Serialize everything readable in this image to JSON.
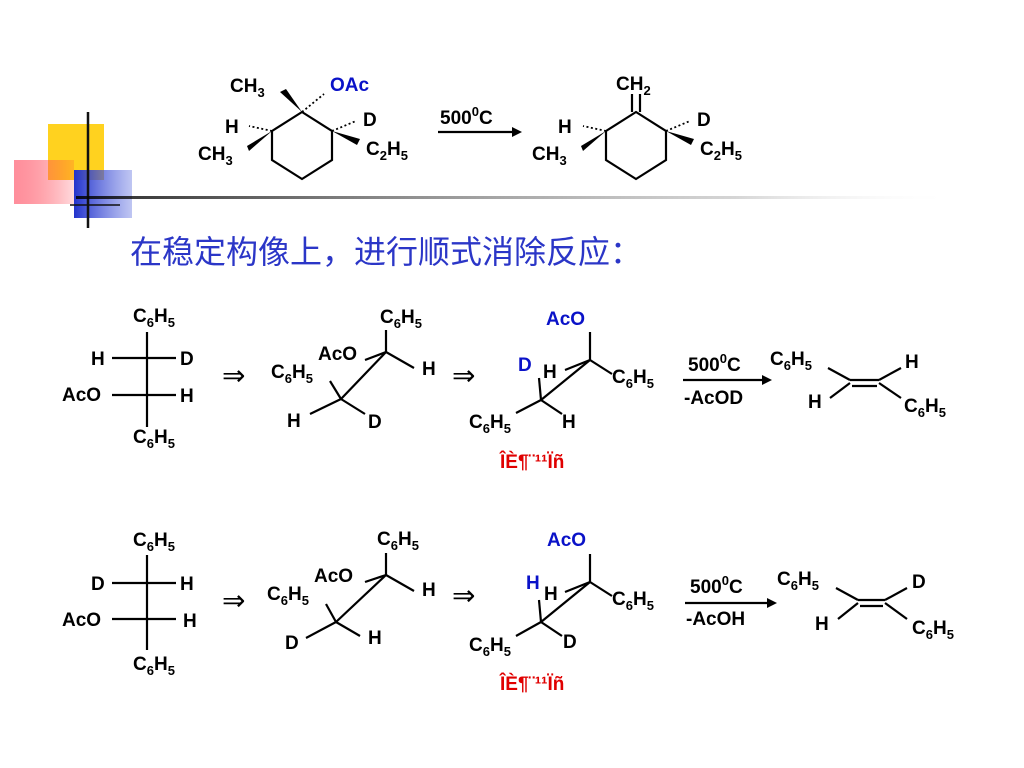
{
  "heading": "在稳定构像上，进行顺式消除反应：",
  "top_reaction": {
    "reactant": {
      "ch3_top": "CH",
      "ch3_top_sub": "3",
      "oac": "OAc",
      "h_left": "H",
      "ch3_left": "CH",
      "ch3_left_sub": "3",
      "d_right": "D",
      "c2h5_c": "C",
      "c2h5_sub1": "2",
      "c2h5_h": "H",
      "c2h5_sub2": "5"
    },
    "conditions": {
      "value": "500",
      "sup": "0",
      "unit": "C"
    },
    "product": {
      "ch2": "CH",
      "ch2_sub": "2",
      "h_left": "H",
      "ch3_left": "CH",
      "ch3_left_sub": "3",
      "d_right": "D",
      "c2h5_c": "C",
      "c2h5_sub1": "2",
      "c2h5_h": "H",
      "c2h5_sub2": "5"
    }
  },
  "row1": {
    "fischer": {
      "top": "C6H5",
      "left1": "H",
      "right1": "D",
      "left2": "AcO",
      "right2": "H",
      "bottom": "C6H5"
    },
    "sawhorse": {
      "top": "C6H5",
      "aco": "AcO",
      "left": "C6H5",
      "right": "H",
      "bottom_left": "H",
      "bottom_right": "D"
    },
    "syn": {
      "aco": "AcO",
      "d": "D",
      "h_front": "H",
      "right": "C6H5",
      "bottom_left": "C6H5",
      "bottom_right": "H"
    },
    "mojibake": "ÎÈ¶¨¹¹Ïñ",
    "conditions": {
      "value": "500",
      "sup": "0",
      "unit": "C",
      "loss": "-AcOD"
    },
    "alkene": {
      "tl": "C6H5",
      "tr": "H",
      "bl": "H",
      "br": "C6H5"
    }
  },
  "row2": {
    "fischer": {
      "top": "C6H5",
      "left1": "D",
      "right1": "H",
      "left2": "AcO",
      "right2": "H",
      "bottom": "C6H5"
    },
    "sawhorse": {
      "top": "C6H5",
      "aco": "AcO",
      "left": "C6H5",
      "right": "H",
      "bottom_left": "D",
      "bottom_right": "H"
    },
    "syn": {
      "aco": "AcO",
      "h_blue": "H",
      "h_front": "H",
      "right": "C6H5",
      "bottom_left": "C6H5",
      "bottom_right": "D"
    },
    "mojibake": "ÎÈ¶¨¹¹Ïñ",
    "conditions": {
      "value": "500",
      "sup": "0",
      "unit": "C",
      "loss": "-AcOH"
    },
    "alkene": {
      "tl": "C6H5",
      "tr": "D",
      "bl": "H",
      "br": "C6H5"
    }
  },
  "arrow_symbol": "⇒"
}
